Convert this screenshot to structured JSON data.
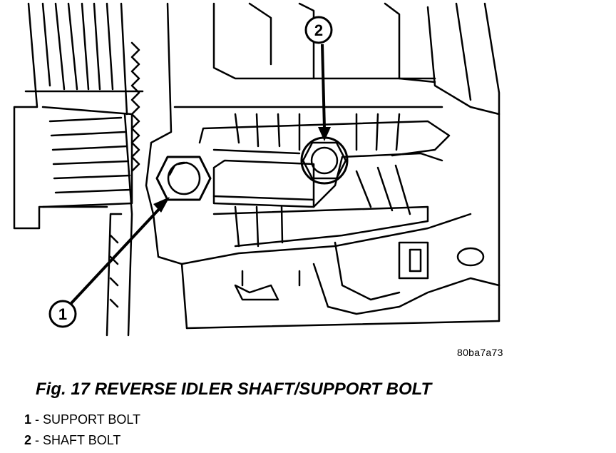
{
  "figure": {
    "code": "80ba7a73",
    "caption": "Fig. 17 REVERSE IDLER SHAFT/SUPPORT BOLT",
    "callouts": [
      {
        "number": "1"
      },
      {
        "number": "2"
      }
    ],
    "legend": [
      {
        "number": "1",
        "separator": " - ",
        "label": "SUPPORT BOLT"
      },
      {
        "number": "2",
        "separator": " - ",
        "label": "SHAFT BOLT"
      }
    ]
  }
}
